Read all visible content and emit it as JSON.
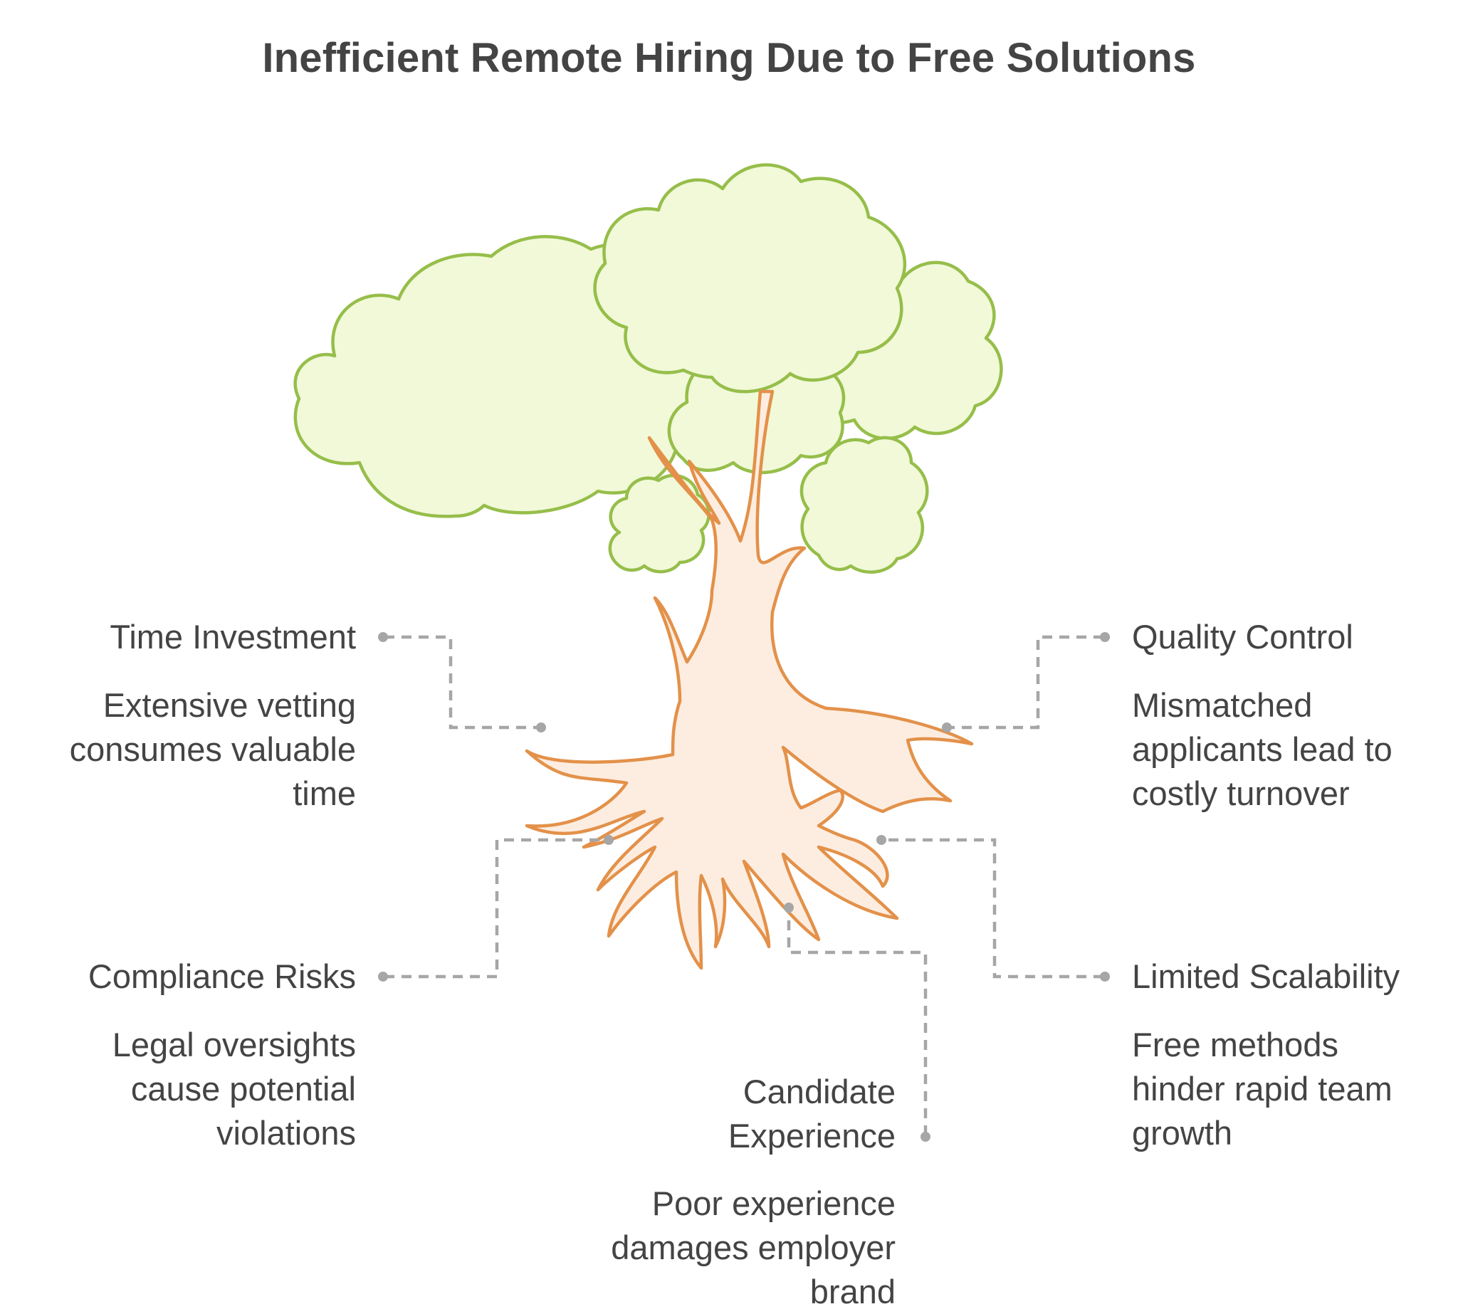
{
  "title": "Inefficient Remote Hiring Due to Free Solutions",
  "items": [
    {
      "label": "Time Investment",
      "description": "Extensive vetting consumes valuable time"
    },
    {
      "label": "Quality Control",
      "description": "Mismatched applicants lead to costly turnover"
    },
    {
      "label": "Compliance Risks",
      "description": "Legal oversights cause potential violations"
    },
    {
      "label": "Limited Scalability",
      "description": "Free methods hinder rapid team growth"
    },
    {
      "label": "Candidate Experience",
      "description": "Poor experience damages employer brand"
    }
  ],
  "colors": {
    "foliage_fill": "#F1F9D8",
    "foliage_stroke": "#96BE4A",
    "trunk_fill": "#FDEDE0",
    "trunk_stroke": "#E3914A",
    "connector": "#A6A6A6",
    "text": "#444444"
  }
}
